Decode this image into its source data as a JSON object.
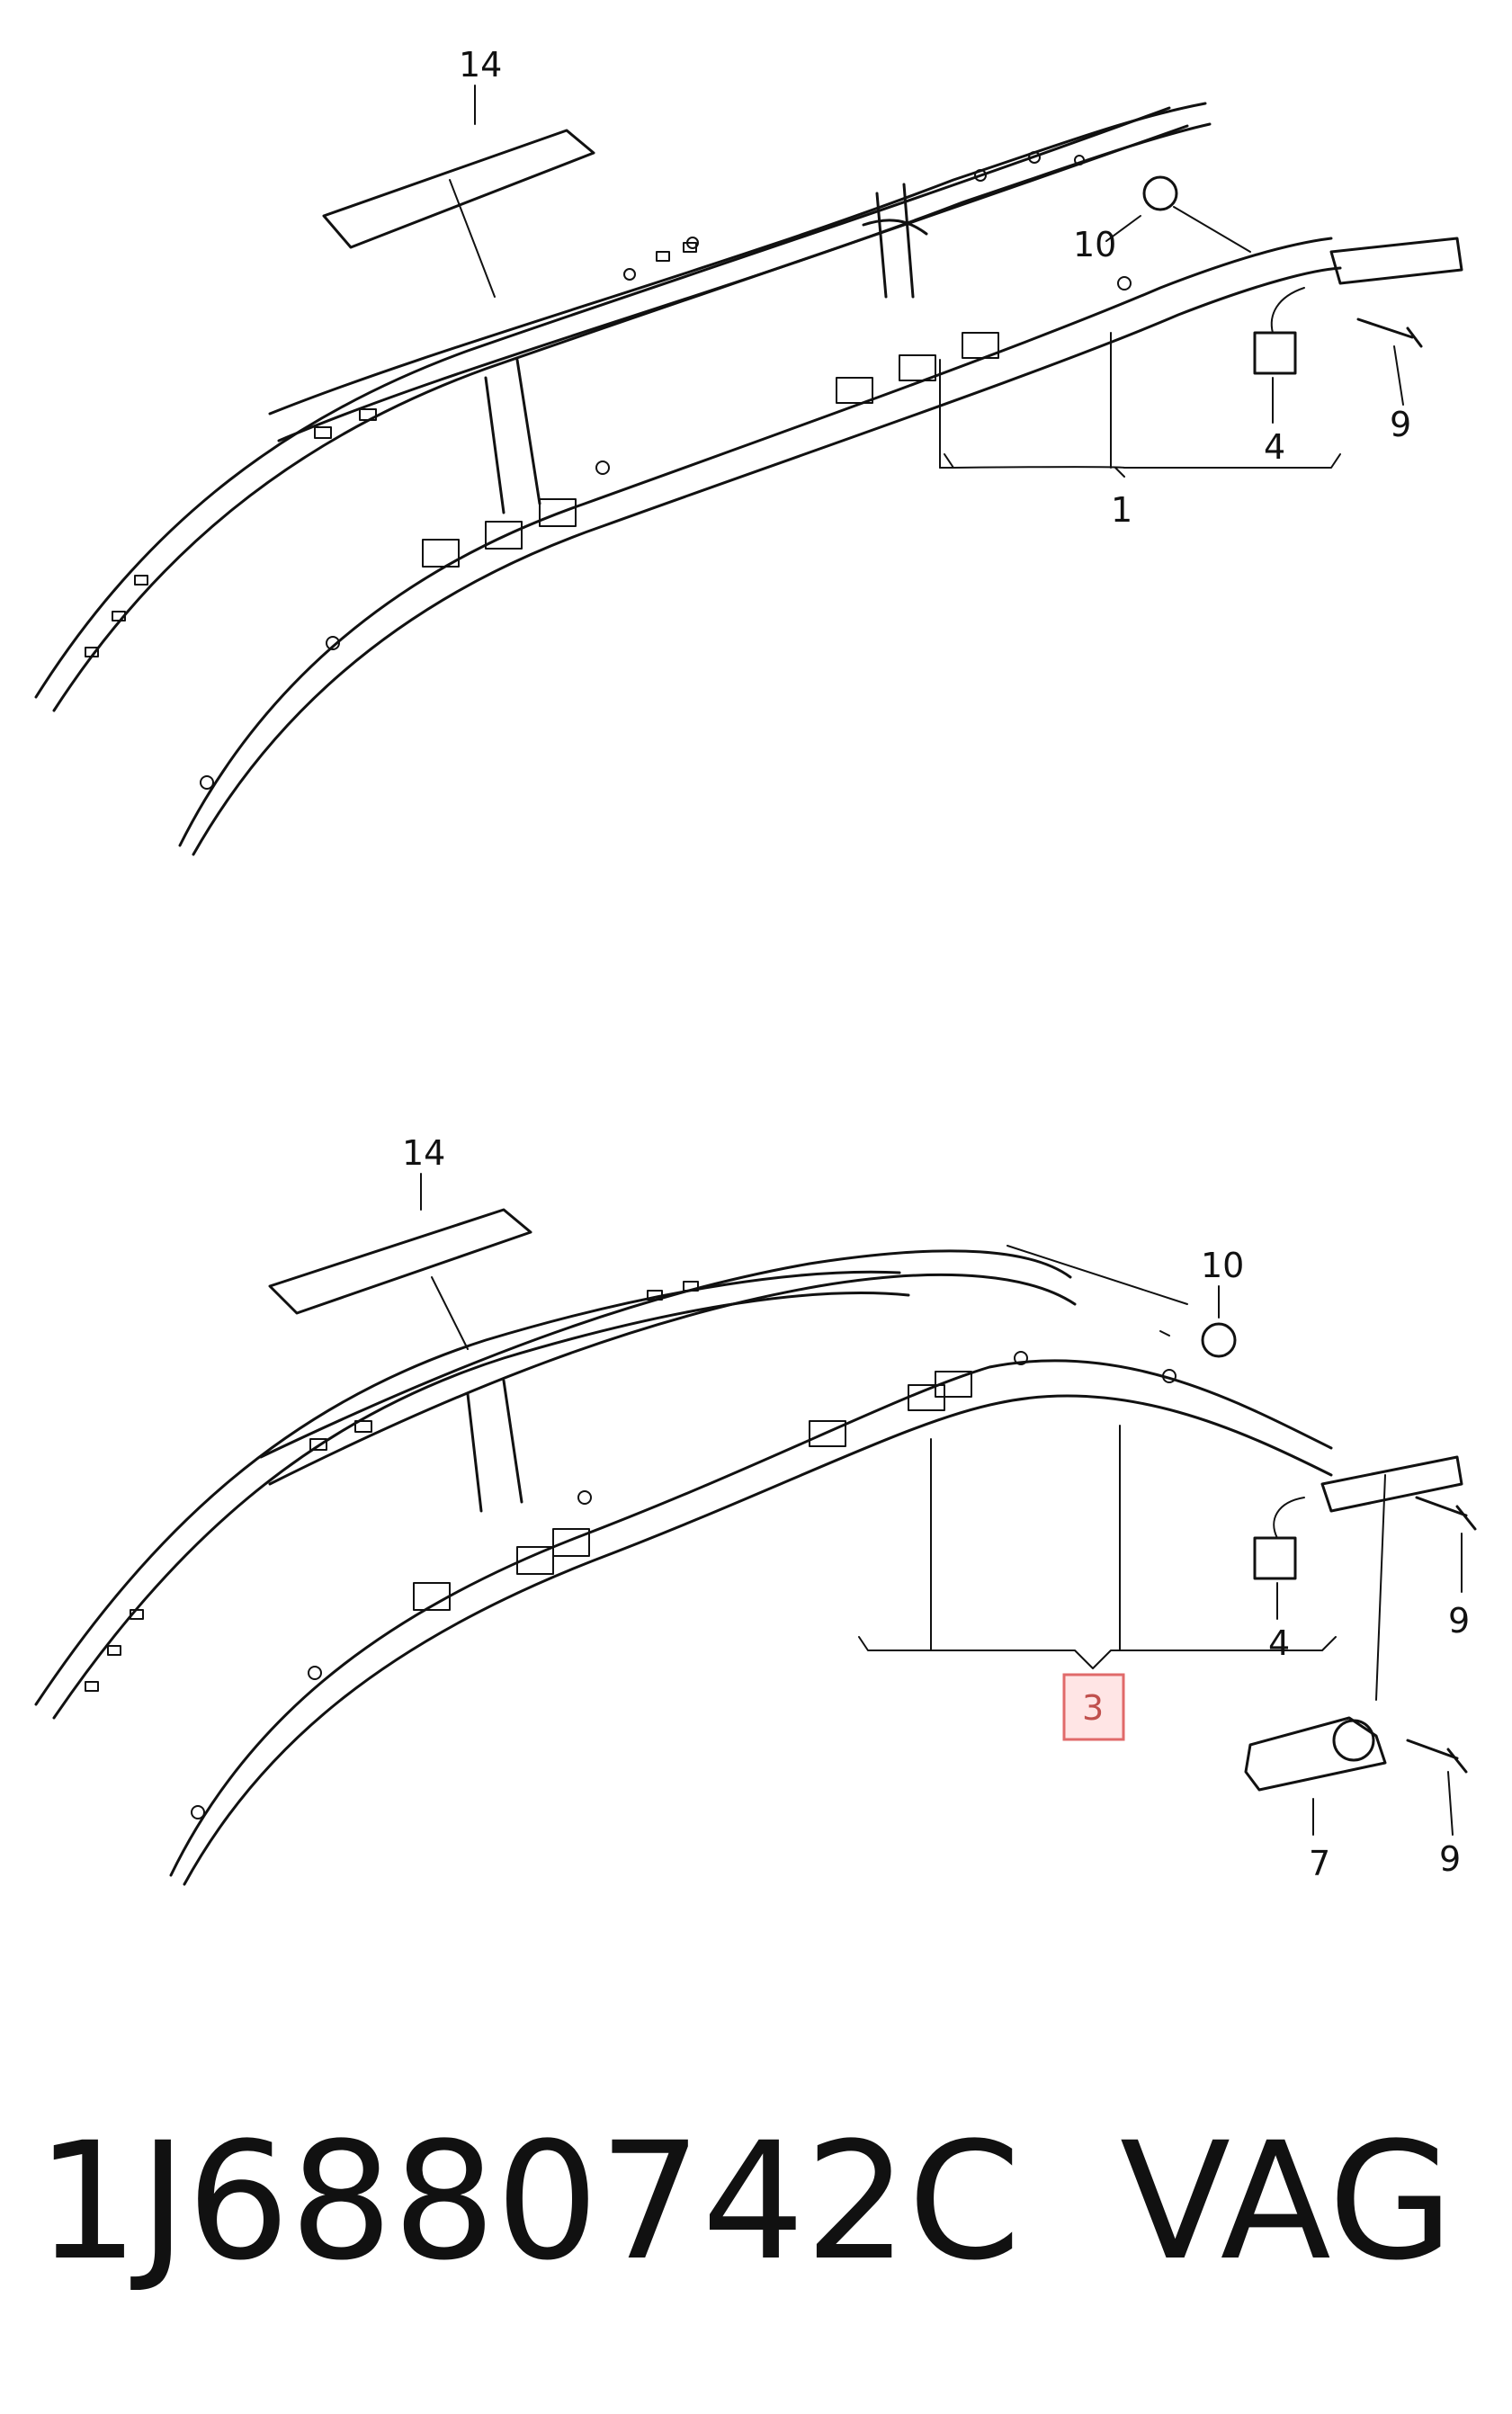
{
  "top_diagram": {
    "callouts": [
      "14",
      "10",
      "4",
      "9",
      "1"
    ]
  },
  "bottom_diagram": {
    "callouts": [
      "14",
      "10",
      "4",
      "9",
      "7",
      "9"
    ],
    "highlighted_callout": "3"
  },
  "footer": {
    "part_number": "1J6880742C",
    "brand": "VAG"
  }
}
